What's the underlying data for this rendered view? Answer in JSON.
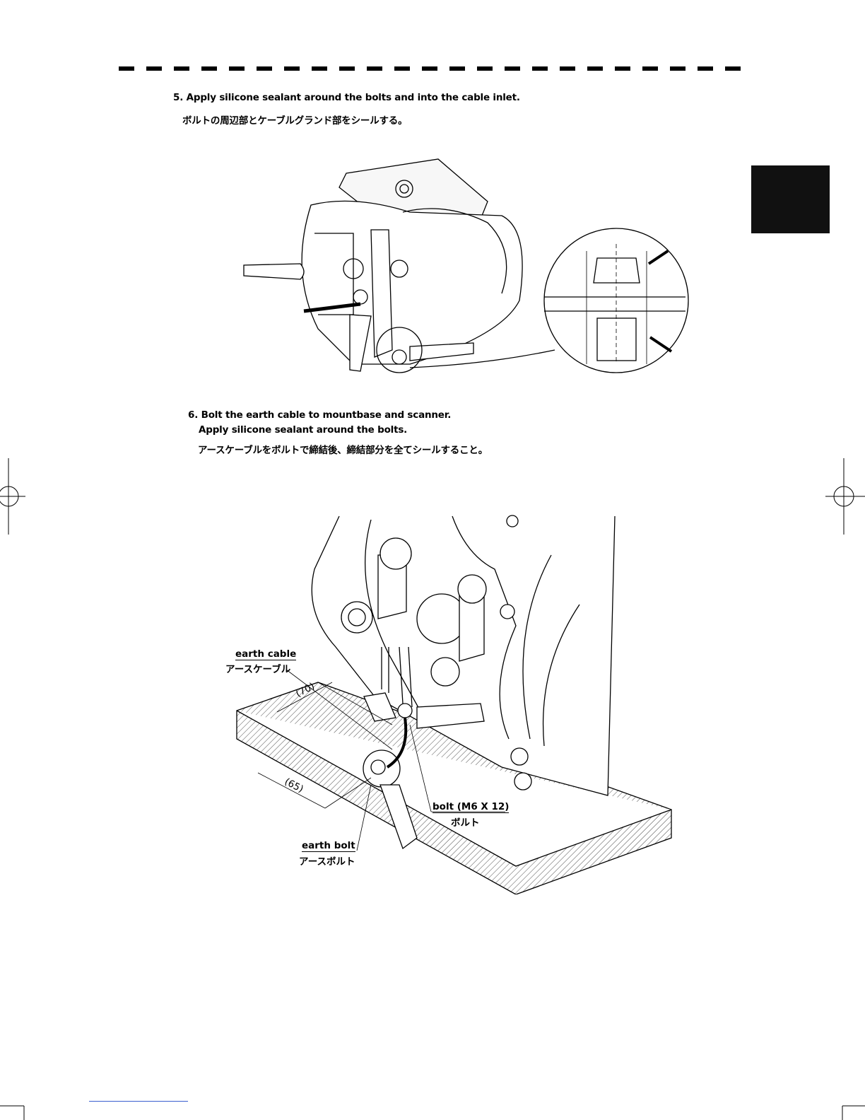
{
  "steps": [
    {
      "id": "5",
      "en": "5. Apply silicone sealant around the bolts and into the cable inlet.",
      "ja": "ボルトの周辺部とケーブルグランド部をシールする。"
    },
    {
      "id": "6",
      "en": "6. Bolt the earth cable to mountbase and scanner.",
      "en2": "Apply silicone sealant around the bolts.",
      "ja": "アースケーブルをボルトで締結後、締結部分を全てシールすること。"
    }
  ],
  "figure2_labels": {
    "earth_cable_en": "earth cable",
    "earth_cable_ja": "アースケーブル",
    "dim_70": "(70)",
    "dim_65": "(65)",
    "bolt_en": "bolt (M6 X 12)",
    "bolt_ja": "ボルト",
    "earth_bolt_en": "earth bolt",
    "earth_bolt_ja": "アースボルト"
  }
}
